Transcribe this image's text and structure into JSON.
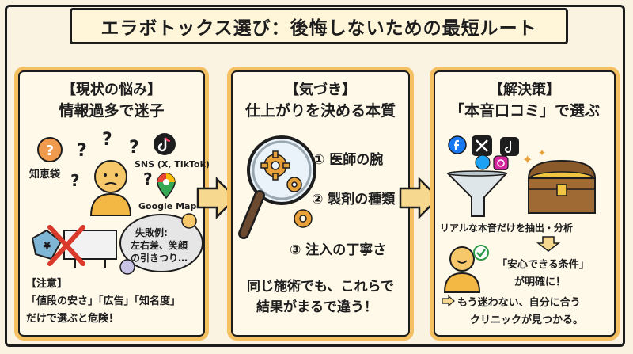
{
  "title": "エラボトックス選び：後悔しないための最短ルート",
  "panel1": {
    "title_line1": "【現状の悩み】",
    "title_line2": "情報過多で迷子",
    "source_chiebukuro": "知恵袋",
    "source_sns": "SNS (X, TikTok)",
    "source_google": "Google Map",
    "bubble_line1": "失敗例:",
    "bubble_line2": "左右差、笑顔",
    "bubble_line3": "の引きつり…",
    "tag_yen": "¥",
    "caution_title": "【注意】",
    "caution_line1": "「値段の安さ」「広告」「知名度」",
    "caution_line2": "だけで選ぶと危険！"
  },
  "panel2": {
    "title_line1": "【気づき】",
    "title_line2": "仕上がりを決める本質",
    "item1": "① 医師の腕",
    "item2": "② 製剤の種類",
    "item3": "③ 注入の丁寧さ",
    "summary_line1": "同じ施術でも、これらで",
    "summary_line2": "結果がまるで違う！"
  },
  "panel3": {
    "title_line1": "【解決策】",
    "title_line2": "「本音口コミ」で選ぶ",
    "funnel_caption": "リアルな本音だけを抽出・分析",
    "result_line1": "「安心できる条件」",
    "result_line2": "が明確に！",
    "result_line3": "もう迷わない、自分に合う",
    "result_line4": "クリニックが見つかる。"
  },
  "colors": {
    "accent": "#f4c061",
    "background": "#fbf3e2",
    "panel": "#fff9ea",
    "arrow": "#f6d88f",
    "danger": "#d93a2b",
    "gear": "#e9a13a"
  }
}
